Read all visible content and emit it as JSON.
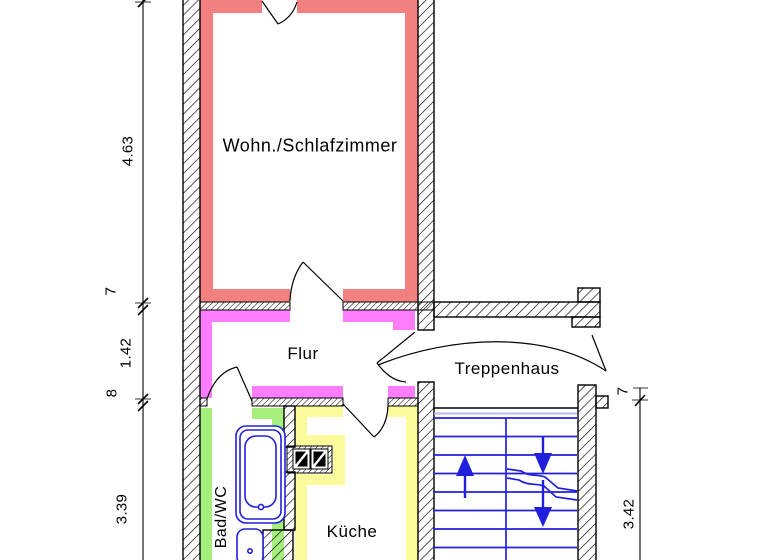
{
  "rooms": {
    "wohnzimmer": {
      "label": "Wohn./Schlafzimmer"
    },
    "flur": {
      "label": "Flur"
    },
    "treppenhaus": {
      "label": "Treppenhaus"
    },
    "bad_wc": {
      "label": "Bad/WC"
    },
    "kueche": {
      "label": "Küche"
    }
  },
  "dimensions": {
    "left": {
      "wohnzimmer_height": "4.63",
      "wall_top": "7",
      "flur_height": "1.42",
      "wall_bottom": "8",
      "bad_kueche_height": "3.39"
    },
    "right": {
      "wall": "7",
      "treppenhaus_height": "3.42"
    }
  },
  "colors": {
    "wohnzimmer_band": "#F28080",
    "flur_band": "#FF7DFF",
    "bad_band": "#A5F07C",
    "kueche_band": "#FBFB9B",
    "stairs_blue": "#2020DC",
    "fixture_blue": "#2020DC",
    "landing_line": "#BBBBEE",
    "outline": "#000000"
  }
}
